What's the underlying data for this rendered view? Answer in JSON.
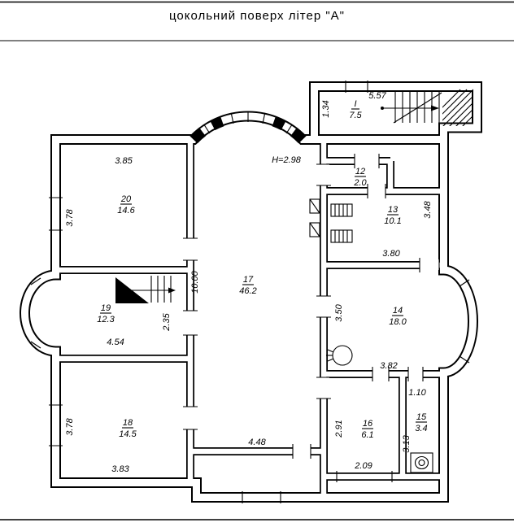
{
  "page": {
    "title": "цокольний поверх  літер \"А\""
  },
  "plan": {
    "height_note": "Н=2.98",
    "rooms": [
      {
        "num": "І",
        "area": "7.5"
      },
      {
        "num": "12",
        "area": "2.0"
      },
      {
        "num": "13",
        "area": "10.1"
      },
      {
        "num": "14",
        "area": "18.0"
      },
      {
        "num": "15",
        "area": "3.4"
      },
      {
        "num": "16",
        "area": "6.1"
      },
      {
        "num": "17",
        "area": "46.2"
      },
      {
        "num": "18",
        "area": "14.5"
      },
      {
        "num": "19",
        "area": "12.3"
      },
      {
        "num": "20",
        "area": "14.6"
      }
    ],
    "dims": {
      "r20_top": "3.85",
      "r20_left": "3.78",
      "r19_bottom": "4.54",
      "r19_right": "2.35",
      "r18_left": "3.78",
      "r18_bottom": "3.83",
      "r17_left": "10.00",
      "r17_bottom": "4.48",
      "rI_top": "5.57",
      "rI_left": "1.34",
      "r13_right": "3.48",
      "r13_bottom": "3.80",
      "r14_left": "3.50",
      "r14_bottom": "3.82",
      "r15_top": "1.10",
      "r15_left": "3.13",
      "r16_left": "2.91",
      "r16_bottom": "2.09"
    }
  }
}
